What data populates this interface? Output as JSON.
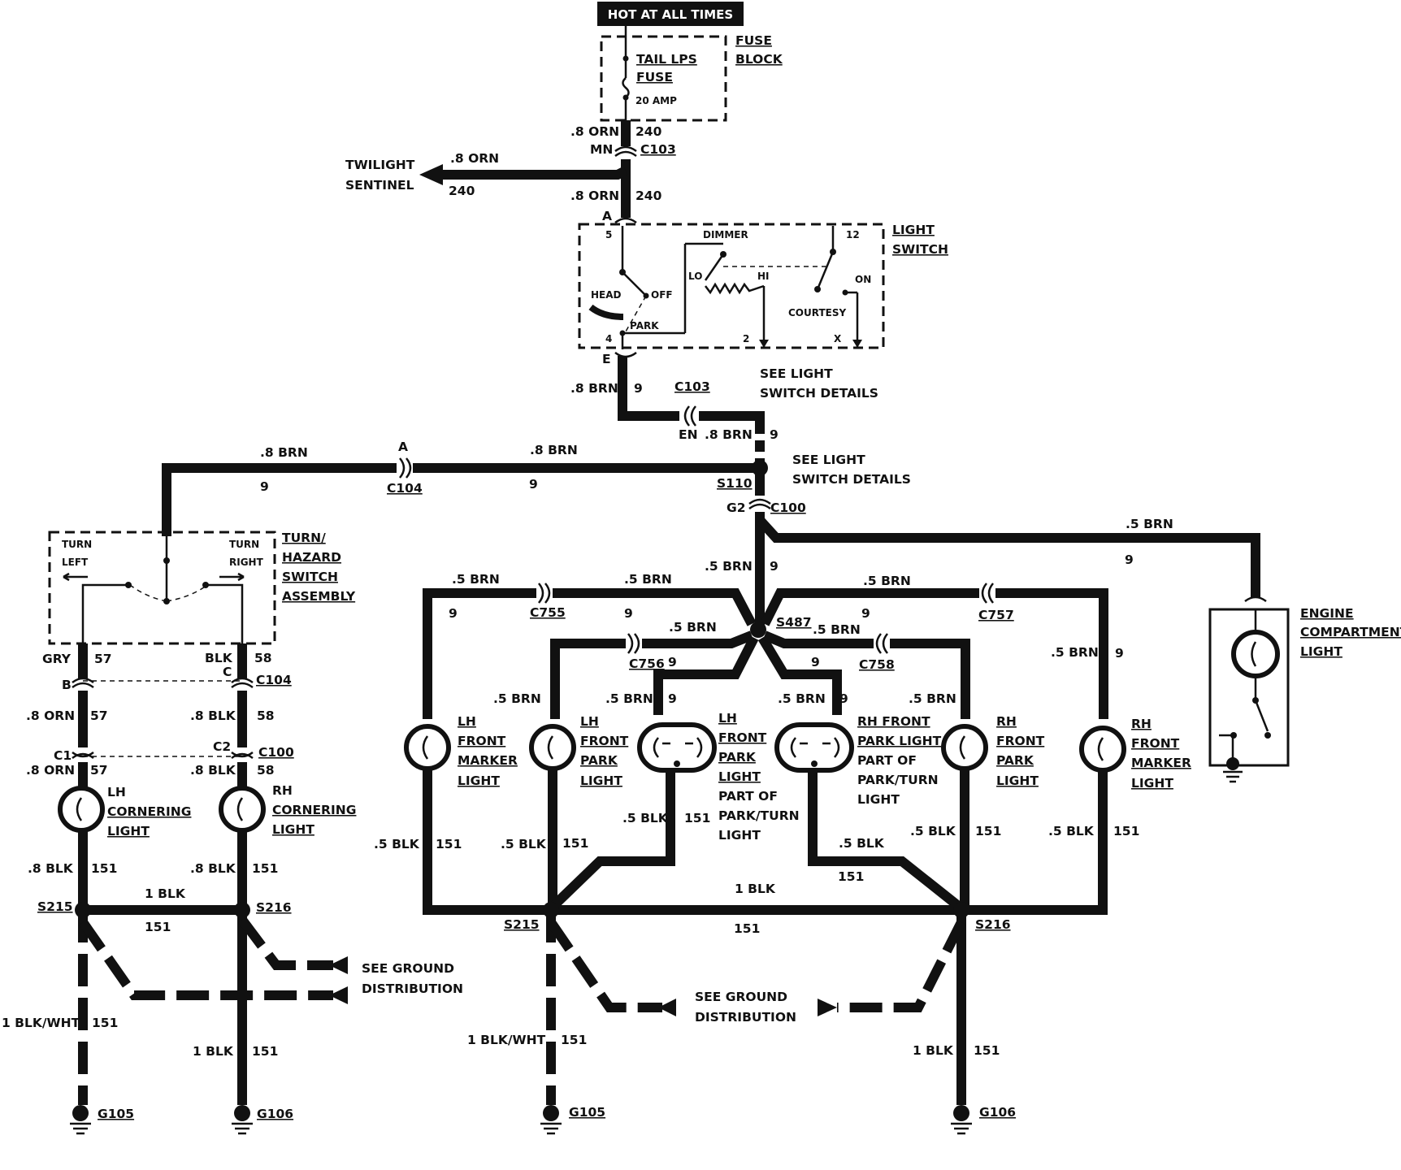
{
  "header": {
    "hot_at_all_times": "HOT AT ALL TIMES"
  },
  "fuse": {
    "block_line1": "FUSE",
    "block_line2": "BLOCK",
    "name_line1": "TAIL LPS",
    "name_line2": "FUSE",
    "rating": "20 AMP"
  },
  "labels": {
    "wire_8orn": ".8 ORN",
    "circuit_240": "240",
    "pin_mn": "MN",
    "pin_a": "A",
    "pin_e": "E",
    "pin_en": "EN",
    "pin_g2": "G2",
    "pin_b": "B",
    "pin_c": "C",
    "pin_c1": "C1",
    "pin_c2": "C2",
    "twilight_line1": "TWILIGHT",
    "twilight_line2": "SENTINEL",
    "wire_8brn": ".8 BRN",
    "wire_5brn": ".5 BRN",
    "wire_5blk": ".5 BLK",
    "wire_8blk": ".8 BLK",
    "wire_1blk": "1 BLK",
    "wire_1blkwht": "1 BLK/WHT",
    "wire_gry": "GRY",
    "wire_blk": "BLK",
    "circuit_9": "9",
    "circuit_57": "57",
    "circuit_58": "58",
    "circuit_151": "151",
    "see_ls_line1": "SEE LIGHT",
    "see_ls_line2": "SWITCH DETAILS",
    "see_gd_line1": "SEE GROUND",
    "see_gd_line2": "DISTRIBUTION"
  },
  "connectors": {
    "c103": "C103",
    "c104": "C104",
    "c100": "C100",
    "c755": "C755",
    "c756": "C756",
    "c757": "C757",
    "c758": "C758",
    "s110": "S110",
    "s487": "S487",
    "s215": "S215",
    "s216": "S216",
    "g105": "G105",
    "g106": "G106"
  },
  "light_switch": {
    "title_line1": "LIGHT",
    "title_line2": "SWITCH",
    "pin_5": "5",
    "pin_12": "12",
    "pin_4": "4",
    "pin_2": "2",
    "pin_x": "X",
    "dimmer": "DIMMER",
    "lo": "LO",
    "hi": "HI",
    "head": "HEAD",
    "off": "OFF",
    "park": "PARK",
    "on": "ON",
    "courtesy": "COURTESY"
  },
  "turn_switch": {
    "title_line1": "TURN/",
    "title_line2": "HAZARD",
    "title_line3": "SWITCH",
    "title_line4": "ASSEMBLY",
    "turn": "TURN",
    "left": "LEFT",
    "right": "RIGHT"
  },
  "lamps": {
    "lh": "LH",
    "rh": "RH",
    "cornering": "CORNERING",
    "light": "LIGHT",
    "front": "FRONT",
    "marker": "MARKER",
    "park": "PARK",
    "part_of": "PART OF",
    "park_turn": "PARK/TURN",
    "rh_front": "RH FRONT",
    "park_light": "PARK LIGHT",
    "engine": "ENGINE",
    "compartment": "COMPARTMENT"
  }
}
